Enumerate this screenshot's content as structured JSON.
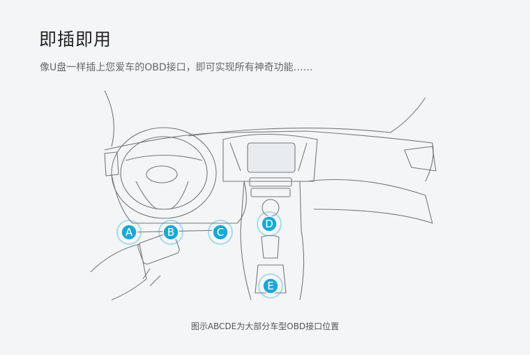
{
  "header": {
    "title": "即插即用",
    "subtitle": "像U盘一样插上您爱车的OBD接口，即可实现所有神奇功能……"
  },
  "illustration": {
    "markers": [
      {
        "label": "A"
      },
      {
        "label": "B"
      },
      {
        "label": "C"
      },
      {
        "label": "D"
      },
      {
        "label": "E"
      }
    ],
    "marker_color": "#1aa8d6",
    "caption": "图示ABCDE为大部分车型OBD接口位置"
  }
}
